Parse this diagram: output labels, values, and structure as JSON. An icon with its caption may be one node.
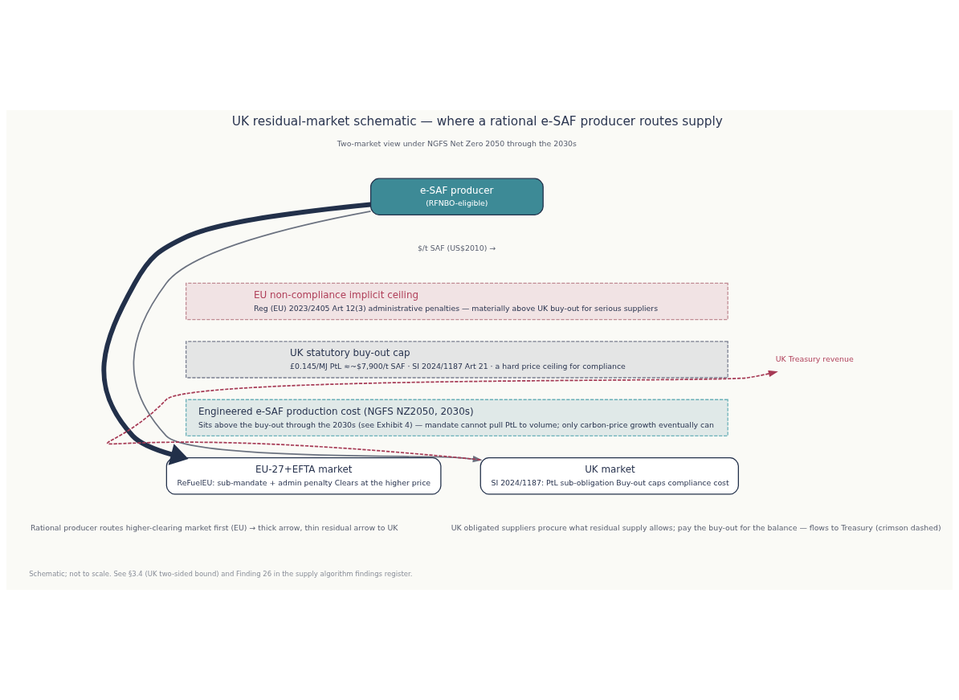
{
  "diagram": {
    "title": "UK residual-market schematic — where a rational e-SAF producer routes supply",
    "caption": "Schematic; not to scale. See §3.4 (UK two-sided bound) and Finding 26 in the supply algorithm findings register.",
    "nodes": [
      {
        "text": [
          "e-SAF producer",
          "(RFNBO-eligible)"
        ]
      },
      {
        "text": [
          "EU non-compliance implicit ceiling",
          "Reg (EU) 2023/2405 Art 12(3) administrative penalties — materially above UK buy-out for serious suppliers"
        ]
      },
      {
        "text": [
          "UK statutory buy-out cap",
          "£0.145/MJ PtL ≈~$7,900/t SAF · SI 2024/1187 Art 21 · a hard price ceiling for compliance"
        ]
      },
      {
        "text": [
          "Engineered e-SAF production cost (NGFS NZ2050, 2030s)",
          "Sits above the buy-out through the 2030s (see Exhibit 4) — mandate cannot pull PtL to volume; only carbon-price growth eventually can"
        ]
      },
      {
        "text": [
          "EU-27+EFTA market",
          "ReFuelEU: sub-mandate + admin penalty Clears at the higher price"
        ]
      },
      {
        "text": [
          "UK market",
          "SI 2024/1187: PtL sub-obligation Buy-out caps compliance cost"
        ]
      },
      {
        "text": [
          "UK Treasury revenue"
        ]
      }
    ],
    "edges": [
      {
        "from": 0,
        "to": 4,
        "arrow": "to",
        "style": "thick"
      },
      {
        "from": 0,
        "to": 5,
        "arrow": "to",
        "color": "#6b7280"
      },
      {
        "from": 5,
        "to": 6,
        "arrow": "to",
        "style": "dashed",
        "color": "#a63a55"
      }
    ],
    "labels": [
      "Two-market view under NGFS Net Zero 2050 through the 2030s",
      "$/t SAF (US$2010) →",
      "Rational producer routes higher-clearing market first (EU) → thick arrow, thin residual arrow to UK",
      "UK obligated suppliers procure what residual supply allows; pay the buy-out for the balance — flows to Treasury (crimson dashed)"
    ]
  }
}
